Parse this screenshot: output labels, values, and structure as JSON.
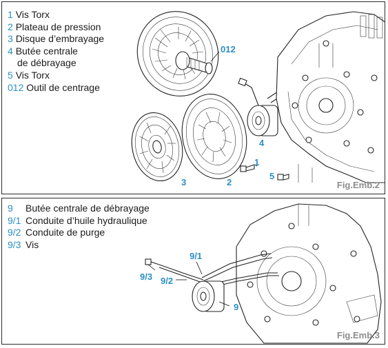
{
  "figure1": {
    "legend": [
      {
        "num": "1",
        "text": "Vis Torx"
      },
      {
        "num": "2",
        "text": "Plateau de pression"
      },
      {
        "num": "3",
        "text": "Disque d’embrayage"
      },
      {
        "num": "4",
        "text": "Butée centrale"
      },
      {
        "num": "",
        "text": "de débrayage"
      },
      {
        "num": "5",
        "text": "Vis Torx"
      },
      {
        "num": "012",
        "text": "Outil de centrage"
      }
    ],
    "callouts": {
      "c012": "012",
      "c1": "1",
      "c2": "2",
      "c3": "3",
      "c4": "4",
      "c5": "5"
    },
    "caption": "Fig.Emb.2"
  },
  "figure2": {
    "legend": [
      {
        "num": "9",
        "text": "Butée centrale de débrayage"
      },
      {
        "num": "9/1",
        "text": "Conduite d’huile hydraulique"
      },
      {
        "num": "9/2",
        "text": "Conduite de purge"
      },
      {
        "num": "9/3",
        "text": "Vis"
      }
    ],
    "callouts": {
      "c91": "9/1",
      "c92": "9/2",
      "c93": "9/3",
      "c9": "9"
    },
    "caption": "Fig.Emb.3"
  },
  "colors": {
    "accent": "#2a8fc4",
    "caption": "#8c8c8c",
    "border": "#2a2a2a"
  }
}
